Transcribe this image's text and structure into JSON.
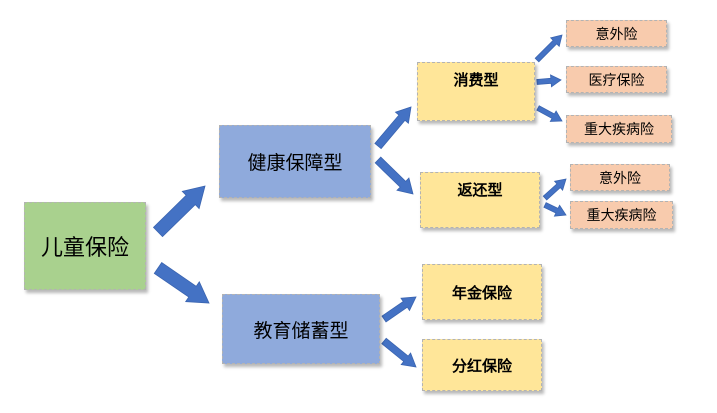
{
  "diagram": {
    "root": "儿童保险",
    "health": {
      "label": "健康保障型",
      "consumption": {
        "label": "消费型",
        "items": [
          "意外险",
          "医疗保险",
          "重大疾病险"
        ]
      },
      "refund": {
        "label": "返还型",
        "items": [
          "意外险",
          "重大疾病险"
        ]
      }
    },
    "education": {
      "label": "教育储蓄型",
      "items": [
        "年金保险",
        "分红保险"
      ]
    }
  },
  "colors": {
    "root_fill": "#a9d18e",
    "level1_fill": "#8faadc",
    "level2_fill": "#ffe699",
    "level3_fill": "#f8cbad",
    "arrow_fill": "#4472c4"
  }
}
